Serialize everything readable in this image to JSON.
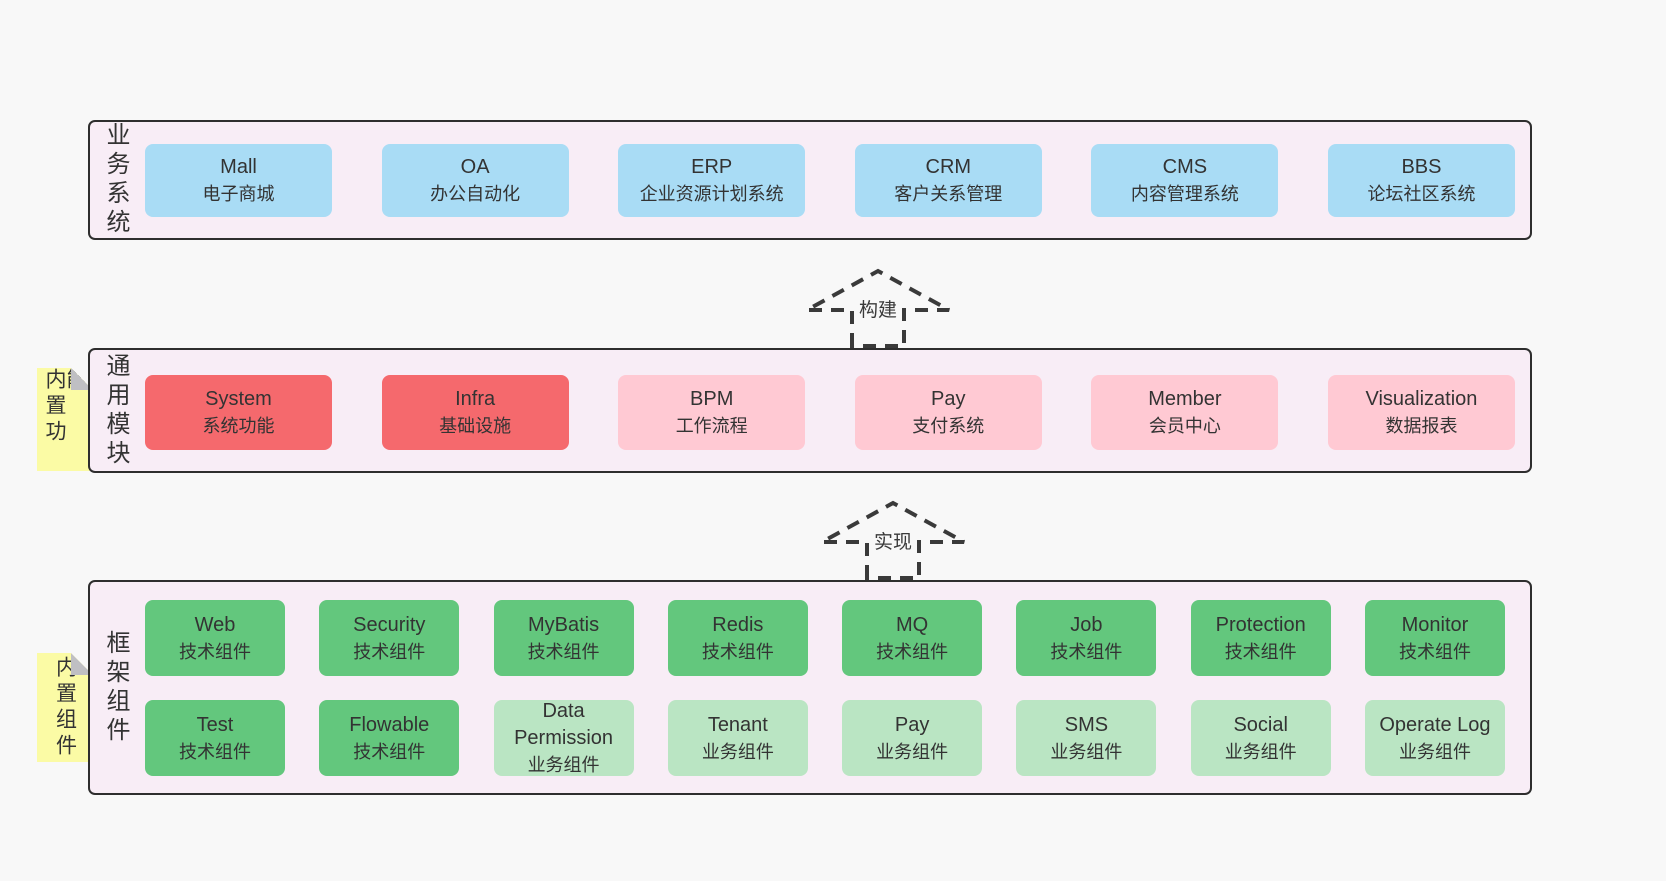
{
  "colors": {
    "page_bg": "#f8f8f8",
    "panel_bg": "#f8edf6",
    "panel_border": "#2e2e2e",
    "blue": "#a9dcf5",
    "red": "#f5696d",
    "pink": "#ffc9d3",
    "green": "#63c77d",
    "light_green": "#bae5c3",
    "sticky_yellow": "#fbfba5",
    "sticky_fold": "#bfbfc3",
    "text": "#333333",
    "arrow_dash": "#3a3a3a"
  },
  "diagram": {
    "business": {
      "label": "业务系统",
      "boxes": [
        {
          "title": "Mall",
          "subtitle": "电子商城"
        },
        {
          "title": "OA",
          "subtitle": "办公自动化"
        },
        {
          "title": "ERP",
          "subtitle": "企业资源计划系统"
        },
        {
          "title": "CRM",
          "subtitle": "客户关系管理"
        },
        {
          "title": "CMS",
          "subtitle": "内容管理系统"
        },
        {
          "title": "BBS",
          "subtitle": "论坛社区系统"
        }
      ]
    },
    "arrow_build": {
      "label": "构建"
    },
    "modules": {
      "sticky": "内置功能",
      "label": "通用模块",
      "boxes": [
        {
          "title": "System",
          "subtitle": "系统功能"
        },
        {
          "title": "Infra",
          "subtitle": "基础设施"
        },
        {
          "title": "BPM",
          "subtitle": "工作流程"
        },
        {
          "title": "Pay",
          "subtitle": "支付系统"
        },
        {
          "title": "Member",
          "subtitle": "会员中心"
        },
        {
          "title": "Visualization",
          "subtitle": "数据报表"
        }
      ]
    },
    "arrow_implement": {
      "label": "实现"
    },
    "framework": {
      "sticky": "内置组件",
      "label": "框架组件",
      "row1": [
        {
          "title": "Web",
          "subtitle": "技术组件"
        },
        {
          "title": "Security",
          "subtitle": "技术组件"
        },
        {
          "title": "MyBatis",
          "subtitle": "技术组件"
        },
        {
          "title": "Redis",
          "subtitle": "技术组件"
        },
        {
          "title": "MQ",
          "subtitle": "技术组件"
        },
        {
          "title": "Job",
          "subtitle": "技术组件"
        },
        {
          "title": "Protection",
          "subtitle": "技术组件"
        },
        {
          "title": "Monitor",
          "subtitle": "技术组件"
        }
      ],
      "row2": [
        {
          "title": "Test",
          "subtitle": "技术组件"
        },
        {
          "title": "Flowable",
          "subtitle": "技术组件"
        },
        {
          "title": "Data Permission",
          "subtitle": "业务组件"
        },
        {
          "title": "Tenant",
          "subtitle": "业务组件"
        },
        {
          "title": "Pay",
          "subtitle": "业务组件"
        },
        {
          "title": "SMS",
          "subtitle": "业务组件"
        },
        {
          "title": "Social",
          "subtitle": "业务组件"
        },
        {
          "title": "Operate Log",
          "subtitle": "业务组件"
        }
      ]
    }
  }
}
